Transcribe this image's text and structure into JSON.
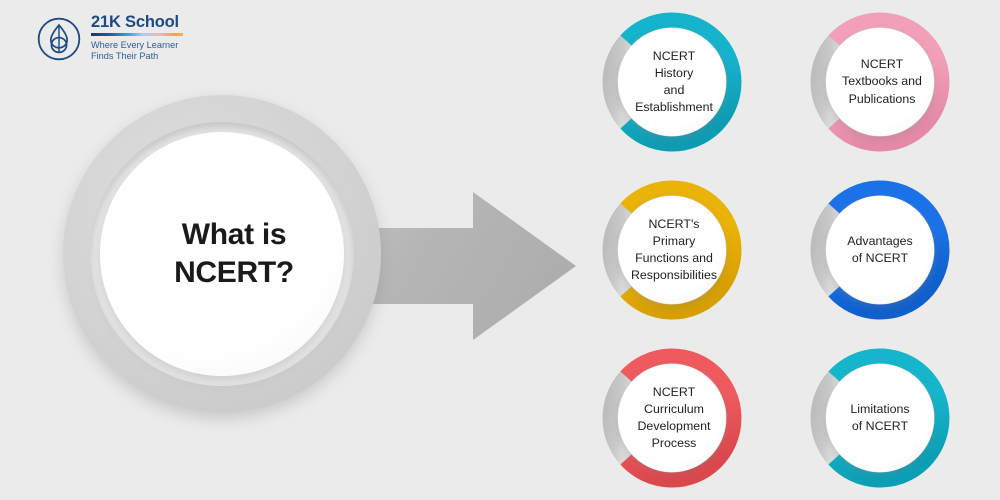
{
  "background_color": "#ebebeb",
  "logo": {
    "icon": "lotus-circle-emblem",
    "name": "21K School",
    "tagline_line1": "Where Every Learner",
    "tagline_line2": "Finds Their Path",
    "name_color": "#1c4a87",
    "tagline_color": "#2d5c96"
  },
  "hero": {
    "title_line1": "What is",
    "title_line2": "NCERT?",
    "ring_color": "#cfcfcf",
    "core_color": "#ffffff"
  },
  "arrow": {
    "icon": "right-arrow",
    "direction": "right",
    "color": "#b3b3b3"
  },
  "nodes": [
    {
      "id": "ncert-history-and-establishment",
      "label": "NCERT\nHistory\nand\nEstablishment",
      "accent_color": "#16b3cc",
      "accent_color_dark": "#0e9cb4",
      "gap_color": "#c9c9c9",
      "wide": true
    },
    {
      "id": "ncert-textbooks-and-publications",
      "label": "NCERT\nTextbooks and\nPublications",
      "accent_color": "#f2a0b8",
      "accent_color_dark": "#e58aa6",
      "gap_color": "#c9c9c9",
      "wide": true
    },
    {
      "id": "ncert-primary-functions-and-responsibilities",
      "label": "NCERT's Primary\nFunctions and\nResponsibilities",
      "accent_color": "#eab308",
      "accent_color_dark": "#d79f02",
      "gap_color": "#c9c9c9",
      "wide": true
    },
    {
      "id": "advantages-of-ncert",
      "label": "Advantages\nof NCERT",
      "accent_color": "#1b72e8",
      "accent_color_dark": "#0f5fcc",
      "gap_color": "#c9c9c9",
      "wide": false
    },
    {
      "id": "ncert-curriculum-development-process",
      "label": "NCERT\nCurriculum\nDevelopment\nProcess",
      "accent_color": "#ef5a5f",
      "accent_color_dark": "#dc474d",
      "gap_color": "#c9c9c9",
      "wide": true
    },
    {
      "id": "limitations-of-ncert",
      "label": "Limitations\nof NCERT",
      "accent_color": "#15b6cc",
      "accent_color_dark": "#0b9fb6",
      "gap_color": "#c9c9c9",
      "wide": false
    }
  ]
}
